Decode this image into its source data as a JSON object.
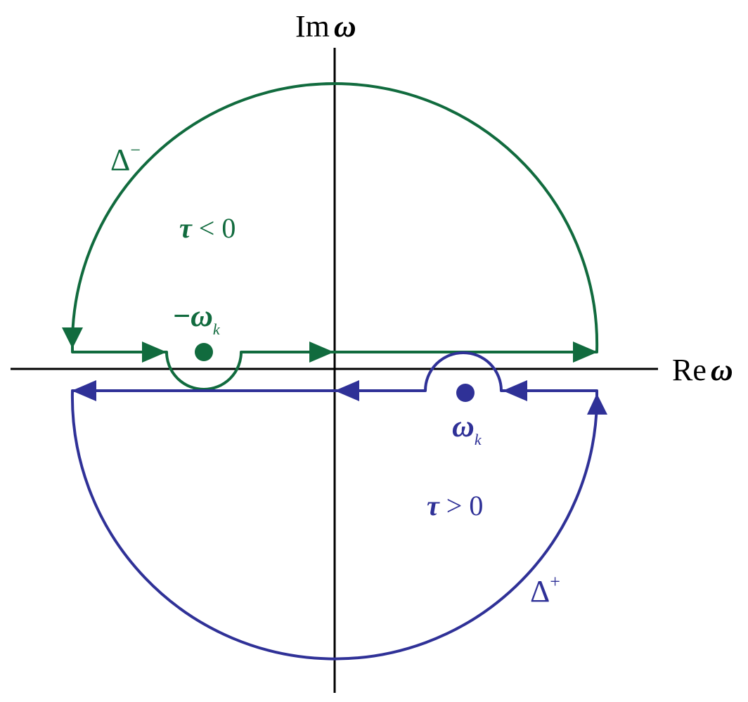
{
  "axes": {
    "imag_prefix": "Im",
    "real_prefix": "Re",
    "variable": "ω"
  },
  "upper_contour": {
    "label_main": "Δ",
    "label_sup": "−",
    "region_symbol": "τ",
    "region_relation": "< 0",
    "pole_prefix": "−",
    "pole_symbol": "ω",
    "pole_subscript": "k⃗",
    "color": "#116b3e"
  },
  "lower_contour": {
    "label_main": "Δ",
    "label_sup": "+",
    "region_symbol": "τ",
    "region_relation": "> 0",
    "pole_symbol": "ω",
    "pole_subscript": "k⃗",
    "color": "#2f3197"
  },
  "axis_color": "#000000"
}
